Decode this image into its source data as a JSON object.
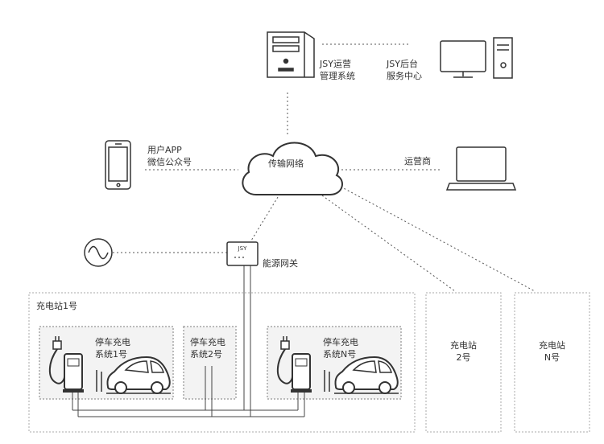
{
  "nodes": {
    "operation_system": [
      "JSY运营",
      "管理系统"
    ],
    "service_center": [
      "JSY后台",
      "服务中心"
    ],
    "user_app": [
      "用户APP",
      "微信公众号"
    ],
    "cloud": "传输网络",
    "operator": "运营商",
    "gateway_badge": "JSY",
    "gateway": "能源网关"
  },
  "stations": {
    "station1_title": "充电站1号",
    "system1": [
      "停车充电",
      "系统1号"
    ],
    "system2": [
      "停车充电",
      "系统2号"
    ],
    "systemN": [
      "停车充电",
      "系统N号"
    ],
    "station2": [
      "充电站",
      "2号"
    ],
    "stationN": [
      "充电站",
      "N号"
    ]
  },
  "colors": {
    "line": "#444444",
    "dash": "#555555",
    "box_border": "#aaaaaa",
    "inner_fill": "#f2f2f2",
    "text": "#333333"
  }
}
